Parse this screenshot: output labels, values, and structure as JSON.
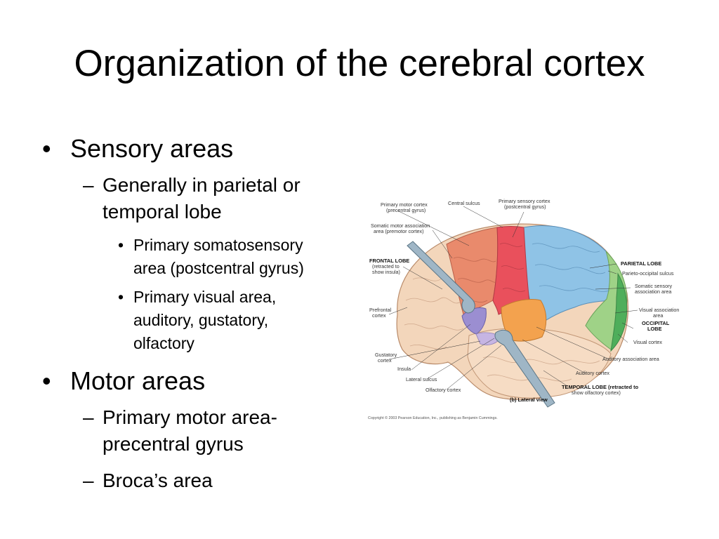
{
  "slide": {
    "title": "Organization of the cerebral cortex",
    "bullets": {
      "sensory": {
        "marker": "•",
        "label": "Sensory areas",
        "sub": {
          "marker": "–",
          "line1": "Generally in parietal or",
          "line2": "temporal lobe"
        },
        "items": [
          {
            "marker": "•",
            "line1": "Primary somatosensory",
            "line2": "area (postcentral gyrus)"
          },
          {
            "marker": "•",
            "line1": "Primary visual area,",
            "line2": "auditory, gustatory,",
            "line3": "olfactory"
          }
        ]
      },
      "motor": {
        "marker": "•",
        "label": "Motor areas",
        "items": [
          {
            "marker": "–",
            "line1": "Primary motor area-",
            "line2": "precentral gyrus"
          },
          {
            "marker": "–",
            "line1": "Broca’s area"
          }
        ]
      }
    }
  },
  "figure": {
    "labels": {
      "primary_motor_cortex": [
        "Primary motor cortex",
        "(precentral gyrus)"
      ],
      "central_sulcus": "Central sulcus",
      "primary_sensory_cortex": [
        "Primary sensory cortex",
        "(postcentral gyrus)"
      ],
      "somatic_motor_association": [
        "Somatic motor association",
        "area (premotor cortex)"
      ],
      "frontal_lobe": [
        "FRONTAL LOBE",
        "(retracted to",
        "show insula)"
      ],
      "prefrontal_cortex": [
        "Prefrontal",
        "cortex"
      ],
      "gustatory_cortex": [
        "Gustatory",
        "cortex"
      ],
      "insula": "Insula",
      "lateral_sulcus": "Lateral sulcus",
      "olfactory_cortex": "Olfactory cortex",
      "parietal_lobe": "PARIETAL LOBE",
      "parieto_occipital_sulcus": "Parieto-occipital sulcus",
      "somatic_sensory_association": [
        "Somatic sensory",
        "association area"
      ],
      "visual_association": [
        "Visual association",
        "area"
      ],
      "occipital_lobe": [
        "OCCIPITAL",
        "LOBE"
      ],
      "visual_cortex": "Visual cortex",
      "auditory_association": "Auditory association area",
      "auditory_cortex": "Auditory cortex",
      "temporal_lobe": [
        "TEMPORAL LOBE (retracted to",
        "show olfactory cortex)"
      ],
      "caption": "(b) Lateral view",
      "copyright": "Copyright © 2003 Pearson Education, Inc., publishing as Benjamin Cummings."
    },
    "colors": {
      "motor": "#e98a6c",
      "sensory": "#e9505c",
      "parietal": "#8fc3e6",
      "visual_association": "#9fd287",
      "visual_cortex": "#4fae5b",
      "auditory": "#f3a24e",
      "frontal": "#f3d6bb",
      "temporal": "#f6dcc4",
      "insula": "#9b8ed1",
      "gustatory": "#b49ed6"
    }
  }
}
